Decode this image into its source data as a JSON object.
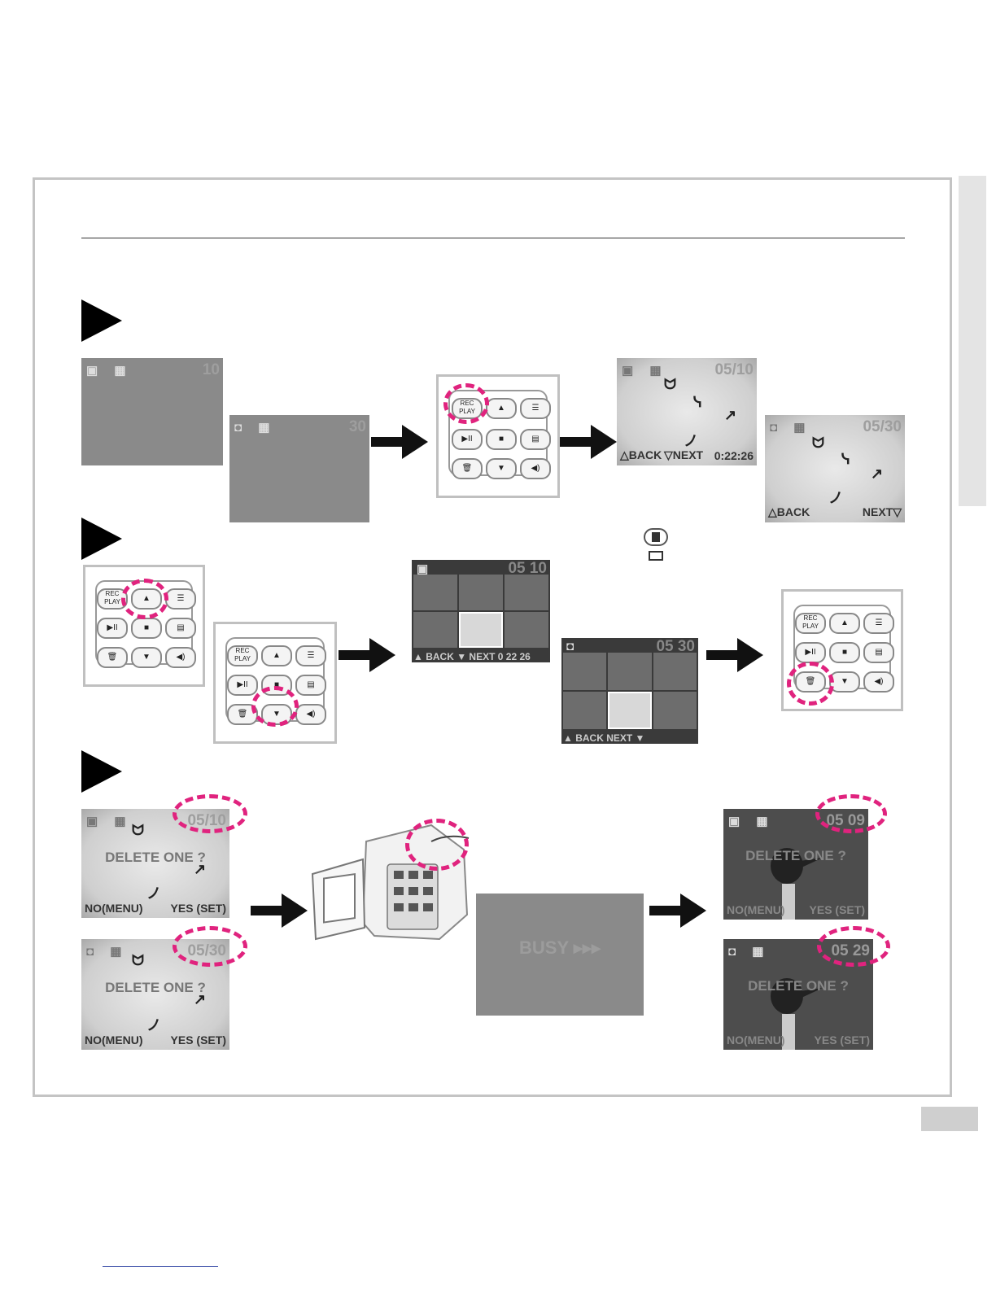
{
  "page": {
    "side_tab_text": "",
    "page_number": "",
    "section_title": ""
  },
  "step1": {
    "screen_a": {
      "counter": "10"
    },
    "screen_b": {
      "counter": "30"
    },
    "screen_c": {
      "counter": "05/10",
      "back": "△BACK",
      "next": "▽NEXT",
      "time": "0:22:26"
    },
    "screen_d": {
      "counter": "05/30",
      "back": "△BACK",
      "next": "NEXT▽"
    }
  },
  "step2": {
    "screen_video": {
      "counter": "05 10",
      "footer": "▲ BACK ▼ NEXT 0 22 26"
    },
    "screen_photo": {
      "counter": "05 30",
      "footer": "▲ BACK  NEXT ▼"
    }
  },
  "step3": {
    "confirm_video": {
      "counter": "05/10",
      "prompt": "DELETE ONE ?",
      "no": "NO(MENU)",
      "yes": "YES (SET)"
    },
    "confirm_photo": {
      "counter": "05/30",
      "prompt": "DELETE ONE ?",
      "no": "NO(MENU)",
      "yes": "YES (SET)"
    },
    "busy": {
      "text": "BUSY ▸▸▸"
    },
    "result_video": {
      "counter": "05 09",
      "prompt": "DELETE ONE ?",
      "no": "NO(MENU)",
      "yes": "YES (SET)"
    },
    "result_photo": {
      "counter": "05 29",
      "prompt": "DELETE ONE ?",
      "no": "NO(MENU)",
      "yes": "YES (SET)"
    }
  },
  "remote_labels": {
    "rec_play": "REC PLAY",
    "up": "▲",
    "mode": "☰",
    "play_pause": "▶II",
    "stop": "■",
    "menu": "▤",
    "delete": "🗑",
    "down": "▼",
    "volume": "◀)"
  },
  "colors": {
    "highlight_ring": "#e0237e",
    "screen_gray": "#8a8a8a",
    "frame_border": "#c4c4c4"
  }
}
